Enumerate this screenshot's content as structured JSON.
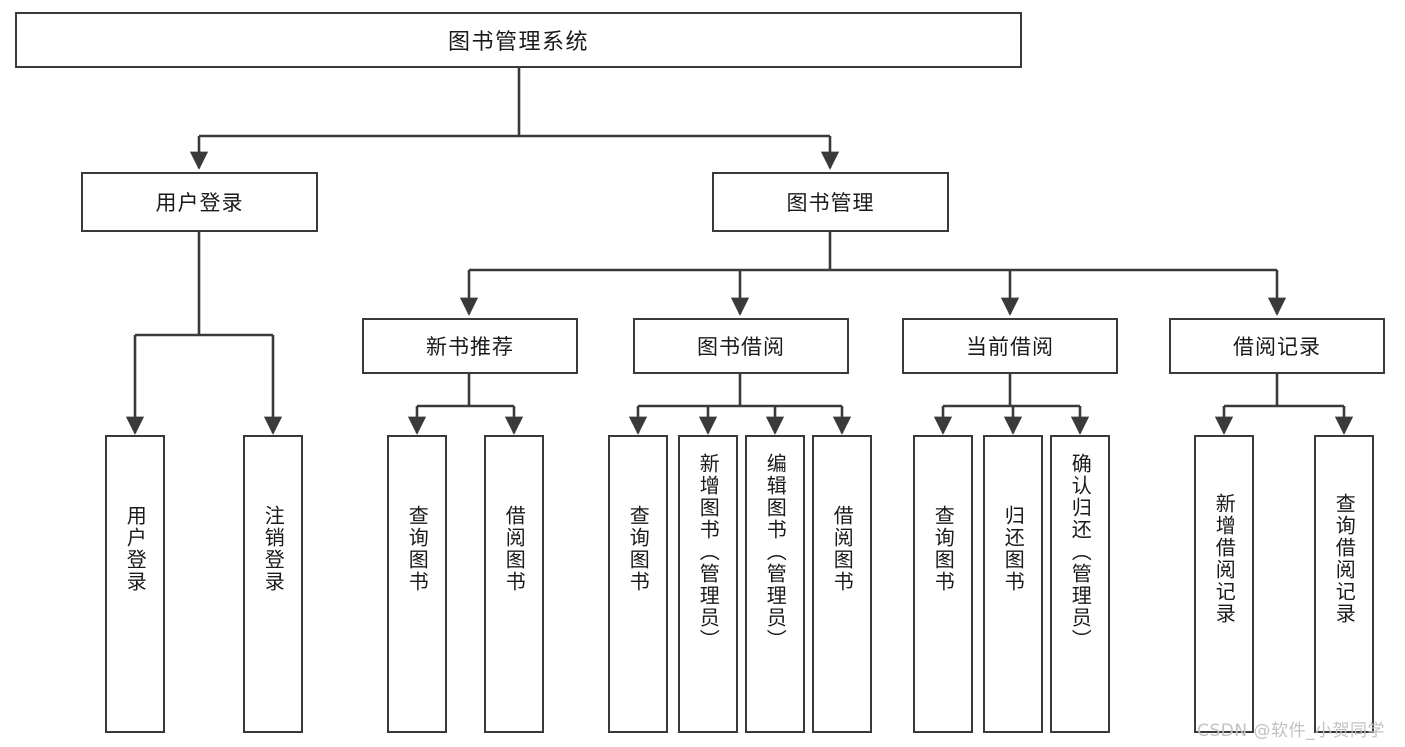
{
  "diagram": {
    "type": "tree-hierarchy",
    "title": "图书管理系统",
    "watermark": "CSDN @软件_小贺同学",
    "colors": {
      "stroke": "#3a3a3a",
      "background": "#ffffff",
      "text": "#1a1a1a",
      "watermark": "#c2c2c2"
    },
    "nodes": {
      "root": {
        "label": "图书管理系统",
        "level": 1
      },
      "level2": [
        {
          "id": "user-login",
          "label": "用户登录"
        },
        {
          "id": "book-manage",
          "label": "图书管理"
        }
      ],
      "level3": [
        {
          "id": "new-book-recommend",
          "label": "新书推荐"
        },
        {
          "id": "book-borrow",
          "label": "图书借阅"
        },
        {
          "id": "current-borrow",
          "label": "当前借阅"
        },
        {
          "id": "borrow-record",
          "label": "借阅记录"
        }
      ],
      "leaves": [
        {
          "id": "leaf-user-login",
          "label": "用户登录",
          "parent": "user-login"
        },
        {
          "id": "leaf-logout",
          "label": "注销登录",
          "parent": "user-login"
        },
        {
          "id": "leaf-query-book-1",
          "label": "查询图书",
          "parent": "new-book-recommend"
        },
        {
          "id": "leaf-borrow-book-1",
          "label": "借阅图书",
          "parent": "new-book-recommend"
        },
        {
          "id": "leaf-query-book-2",
          "label": "查询图书",
          "parent": "book-borrow"
        },
        {
          "id": "leaf-add-book",
          "label": "新增图书（管理员）",
          "parent": "book-borrow"
        },
        {
          "id": "leaf-edit-book",
          "label": "编辑图书（管理员）",
          "parent": "book-borrow"
        },
        {
          "id": "leaf-borrow-book-2",
          "label": "借阅图书",
          "parent": "book-borrow"
        },
        {
          "id": "leaf-query-book-3",
          "label": "查询图书",
          "parent": "current-borrow"
        },
        {
          "id": "leaf-return-book",
          "label": "归还图书",
          "parent": "current-borrow"
        },
        {
          "id": "leaf-confirm-return",
          "label": "确认归还（管理员）",
          "parent": "current-borrow"
        },
        {
          "id": "leaf-add-record",
          "label": "新增借阅记录",
          "parent": "borrow-record"
        },
        {
          "id": "leaf-query-record",
          "label": "查询借阅记录",
          "parent": "borrow-record"
        }
      ]
    }
  }
}
